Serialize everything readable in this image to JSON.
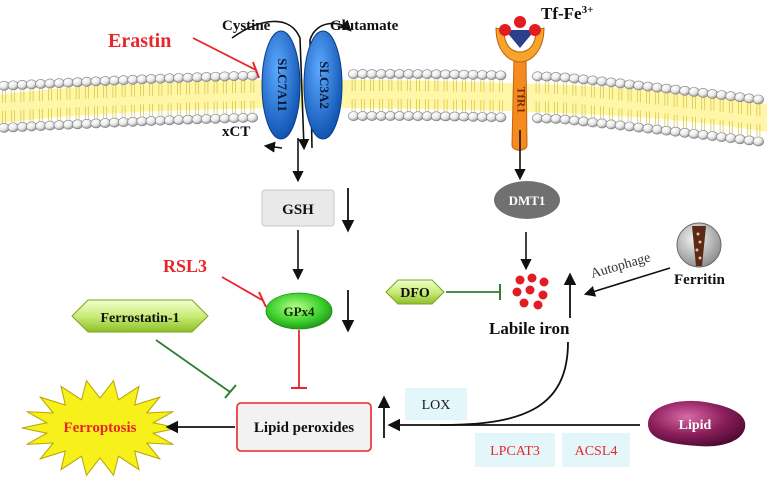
{
  "labels": {
    "cystine": "Cystine",
    "glutamate": "Glutamate",
    "erastin": "Erastin",
    "slc7a11": "SLC7A11",
    "slc3a2": "SLC3A2",
    "xct": "xCT",
    "tf_fe_base": "Tf-Fe",
    "tf_fe_sup": "3+",
    "tfr1": "TfR1",
    "gsh": "GSH",
    "dmt1": "DMT1",
    "rsl3": "RSL3",
    "gpx4": "GPx4",
    "dfo": "DFO",
    "autophage": "Autophage",
    "ferritin": "Ferritin",
    "labile_iron": "Labile iron",
    "ferrostatin": "Ferrostatin-1",
    "ferroptosis": "Ferroptosis",
    "lipid_peroxides": "Lipid peroxides",
    "lox": "LOX",
    "lpcat3": "LPCAT3",
    "acsl4": "ACSL4",
    "lipid": "Lipid"
  },
  "colors": {
    "inhibitor_red": "#e8262a",
    "inhibitor_green": "#2e7d32",
    "transporter_blue": "#1a6fd6",
    "gpx4_green": "#3fd22e",
    "box_cyan": "#e3f7fb",
    "lipid_purple": "#7a1a4f",
    "burst_yellow": "#f7f01a"
  }
}
